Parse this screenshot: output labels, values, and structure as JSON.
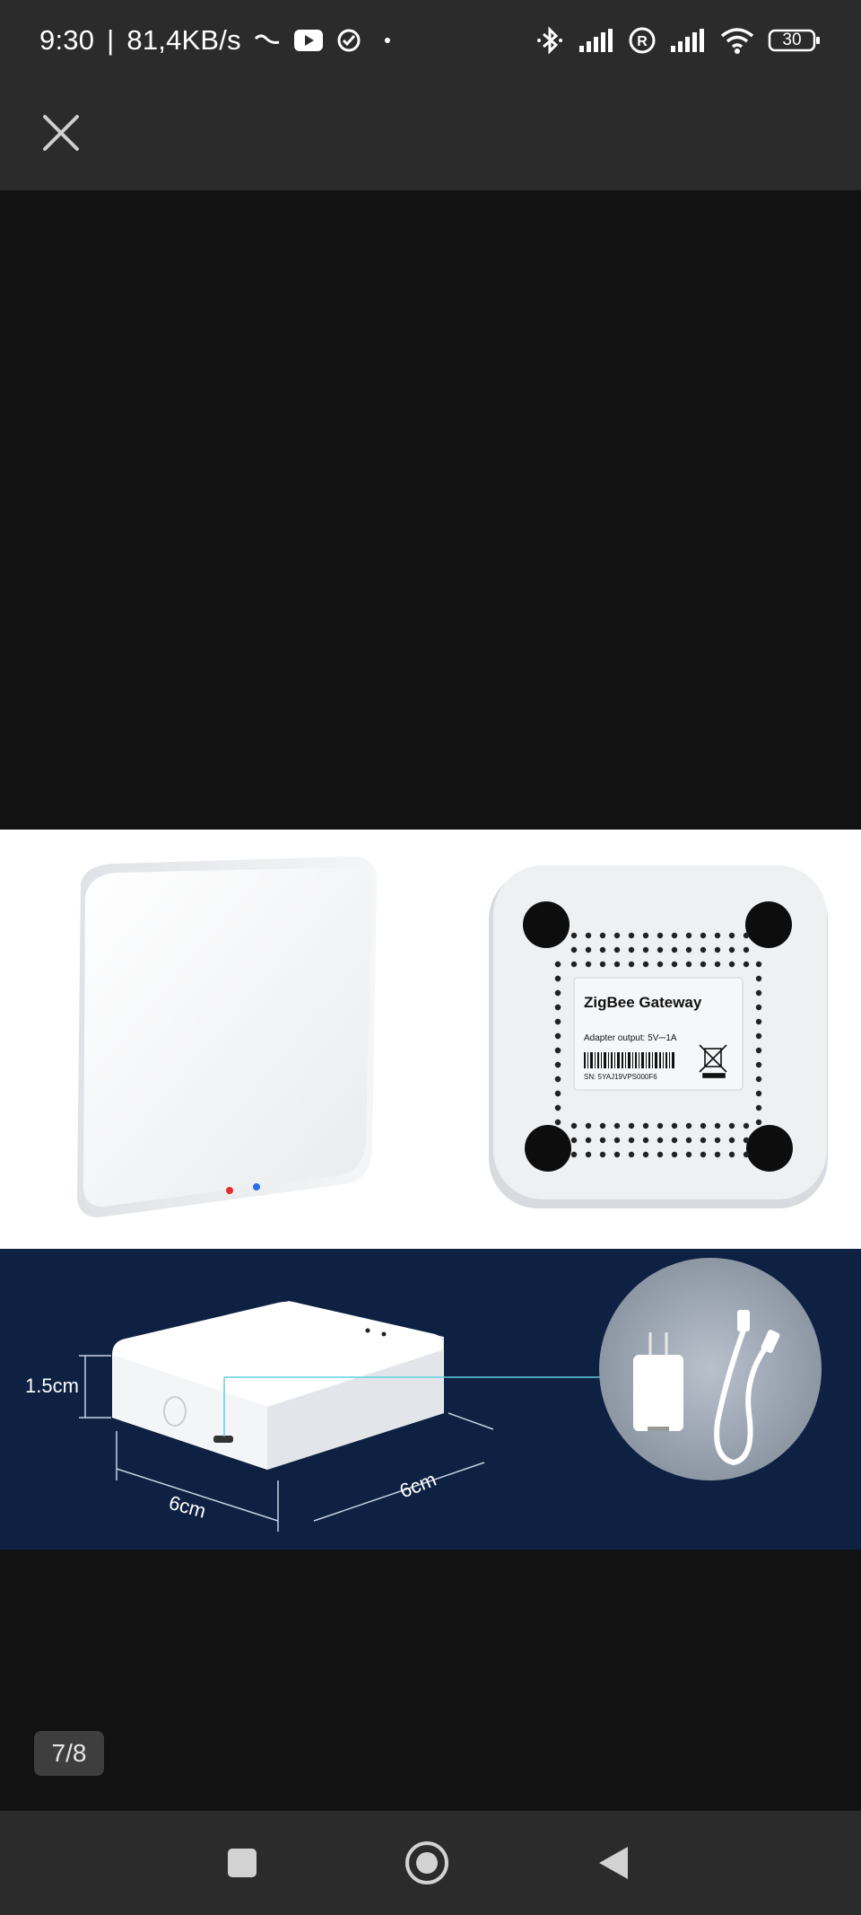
{
  "status_bar": {
    "time": "9:30",
    "separator": "|",
    "speed": "81,4KB/s",
    "battery": "30",
    "left_icons": [
      "wave-icon",
      "youtube-icon",
      "check-circle-icon",
      "dot-icon"
    ],
    "right_icons": [
      "bluetooth-icon",
      "signal-icon",
      "roaming-icon",
      "signal-icon",
      "wifi-icon",
      "battery-icon"
    ]
  },
  "toolbar": {
    "close_icon": "close-icon"
  },
  "gallery": {
    "counter": "7/8",
    "product_label": {
      "title": "ZigBee Gateway",
      "adapter_output": "Adapter output: 5V⎓1A",
      "sn": "SN: 5YAJ19VPS000F6"
    },
    "dimensions": {
      "height": "1.5cm",
      "width": "6cm",
      "depth": "6cm"
    },
    "colors": {
      "banner": "#0e2142",
      "accent_line": "#5fd0e0",
      "led_red": "#e52b2b",
      "led_blue": "#2a6ee8"
    }
  },
  "nav_bar": {
    "recents_icon": "square-icon",
    "home_icon": "home-circle-icon",
    "back_icon": "back-triangle-icon"
  }
}
